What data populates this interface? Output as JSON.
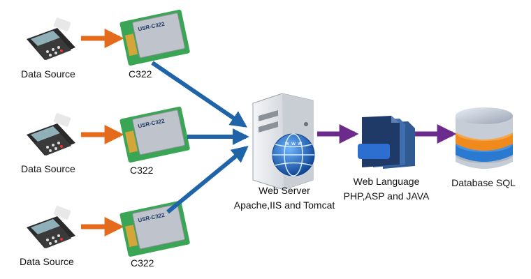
{
  "sources": [
    {
      "label": "Data Source",
      "module_label": "C322",
      "chip_text": "USR-C322"
    },
    {
      "label": "Data Source",
      "module_label": "C322",
      "chip_text": "USR-C322"
    },
    {
      "label": "Data Source",
      "module_label": "C322",
      "chip_text": "USR-C322"
    }
  ],
  "web_server": {
    "line1": "Web Server",
    "line2": "Apache,IIS and Tomcat"
  },
  "web_language": {
    "line1": "Web Language",
    "line2": "PHP,ASP and JAVA"
  },
  "database": {
    "label": "Database SQL"
  },
  "colors": {
    "orange_arrow": "#e46a1c",
    "blue_arrow": "#1f63a8",
    "purple_arrow": "#6b2a8c",
    "module_green": "#3aa655",
    "module_shield": "#bfc4cc",
    "terminal_dark": "#2a2a2a",
    "doc_navy": "#1f3a66",
    "db_orange": "#f08a1c",
    "db_blue": "#2a7ad1"
  },
  "icons": [
    "pos-terminal-icon",
    "wifi-module-icon",
    "server-icon",
    "globe-icon",
    "document-icon",
    "database-icon"
  ]
}
